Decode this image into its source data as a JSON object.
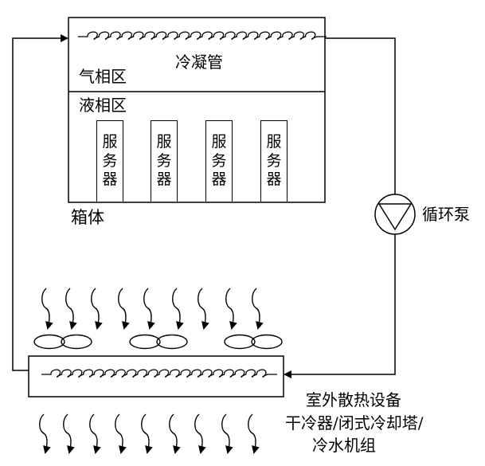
{
  "labels": {
    "condenser": "冷凝管",
    "gas_zone": "气相区",
    "liquid_zone": "液相区",
    "tank": "箱体",
    "pump": "循环泵",
    "outdoor_title": "室外散热设备",
    "outdoor_line2": "干冷器/闭式冷却塔/",
    "outdoor_line3": "冷水机组"
  },
  "servers": [
    {
      "chars": [
        "服",
        "务",
        "器"
      ]
    },
    {
      "chars": [
        "服",
        "务",
        "器"
      ]
    },
    {
      "chars": [
        "服",
        "务",
        "器"
      ]
    },
    {
      "chars": [
        "服",
        "务",
        "器"
      ]
    }
  ]
}
